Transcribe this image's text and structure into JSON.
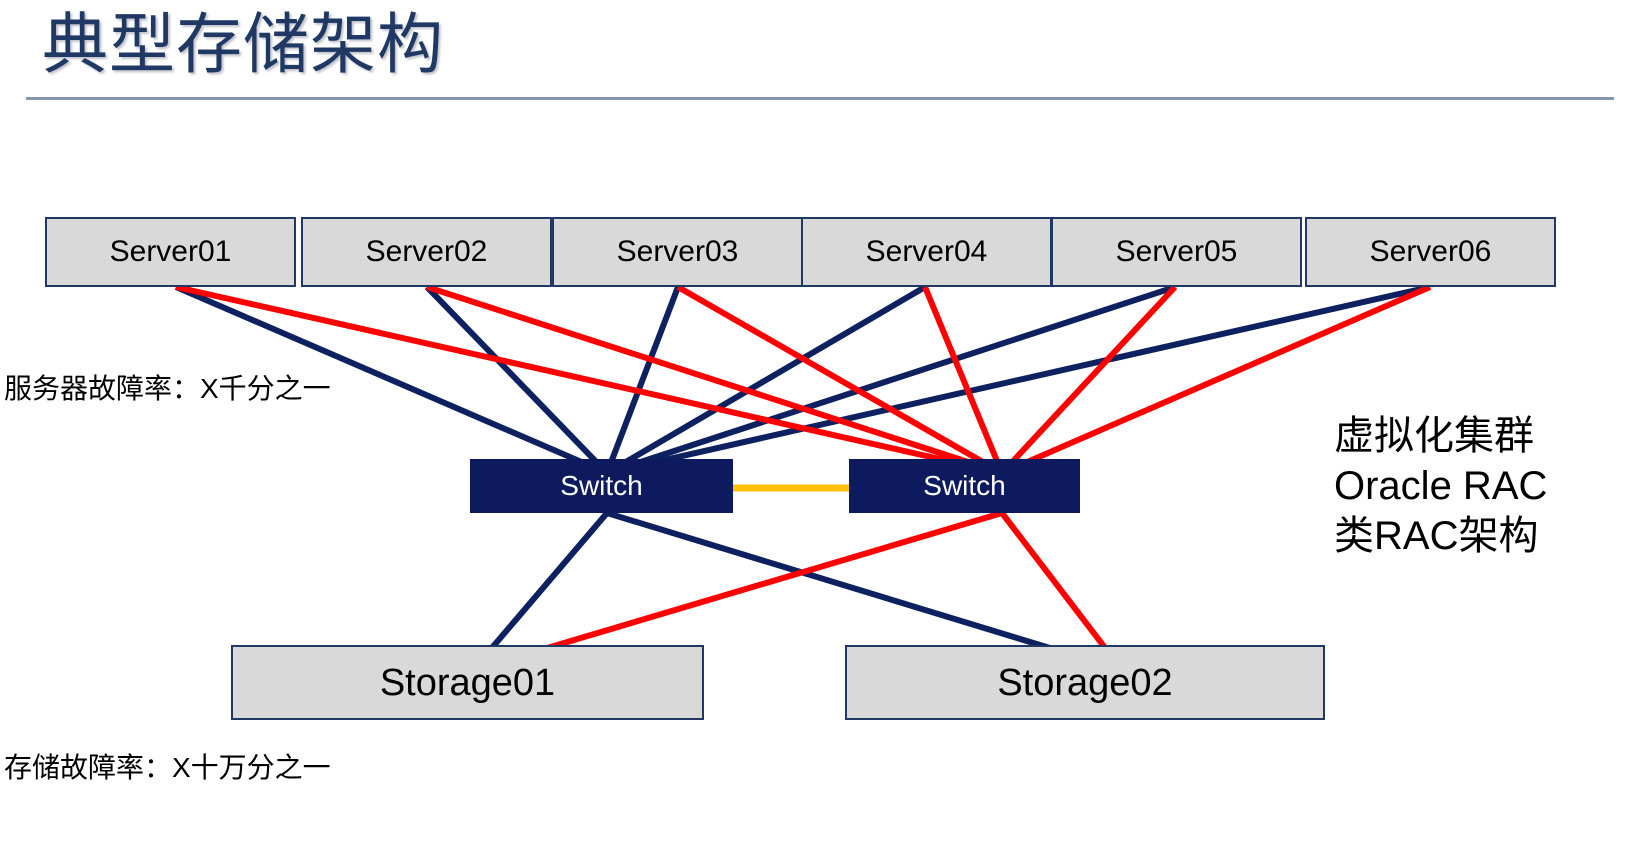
{
  "slide": {
    "title": "典型存储架构",
    "background": "#FFFFFF",
    "rule_color": "#8496B0"
  },
  "colors": {
    "title": "#1F3864",
    "box_fill": "#D9D9D9",
    "box_border": "#1F3864",
    "switch_fill": "#0D1B5E",
    "switch_text": "#FFFFFF",
    "link_primary": "#0D2060",
    "link_secondary": "#FF0000",
    "interconnect": "#FFC000"
  },
  "diagram": {
    "servers": [
      {
        "label": "Server01"
      },
      {
        "label": "Server02"
      },
      {
        "label": "Server03"
      },
      {
        "label": "Server04"
      },
      {
        "label": "Server05"
      },
      {
        "label": "Server06"
      }
    ],
    "switches": [
      {
        "label": "Switch"
      },
      {
        "label": "Switch"
      }
    ],
    "storages": [
      {
        "label": "Storage01"
      },
      {
        "label": "Storage02"
      }
    ]
  },
  "annotations": {
    "server_failure_rate": "服务器故障率：X千分之一",
    "storage_failure_rate": "存储故障率：X十万分之一",
    "cluster_notes": [
      "虚拟化集群",
      "Oracle RAC",
      "类RAC架构"
    ]
  }
}
